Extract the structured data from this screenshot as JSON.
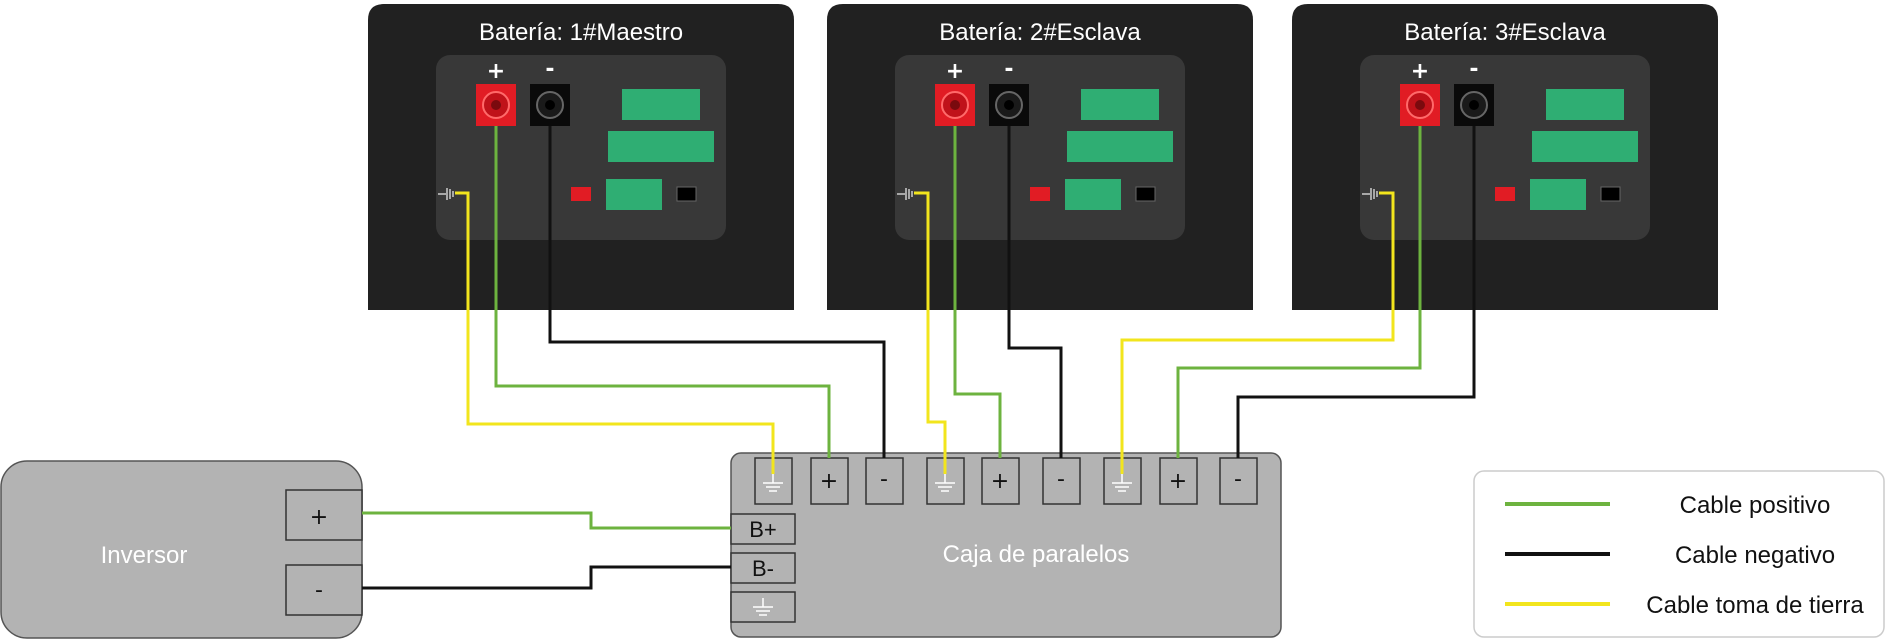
{
  "batteries": [
    {
      "title": "Batería: 1#Maestro"
    },
    {
      "title": "Batería: 2#Esclava"
    },
    {
      "title": "Batería: 3#Esclava"
    }
  ],
  "terminal_plus": "+",
  "terminal_minus": "-",
  "inverter": {
    "label": "Inversor",
    "plus": "+",
    "minus": "-"
  },
  "parallel_box": {
    "label": "Caja de paralelos",
    "b_plus": "B+",
    "b_minus": "B-",
    "top_terminals": [
      "+",
      "-",
      "+",
      "-",
      "+",
      "-"
    ]
  },
  "legend": {
    "positive": "Cable positivo",
    "negative": "Cable negativo",
    "ground": "Cable toma de tierra"
  },
  "colors": {
    "positive": "#6db33f",
    "negative": "#111111",
    "ground": "#f2e51d",
    "battery_body": "#212121",
    "panel": "#383838",
    "box_fill": "#b3b3b3",
    "green_block": "#2fae73",
    "red_led": "#e11c24"
  }
}
